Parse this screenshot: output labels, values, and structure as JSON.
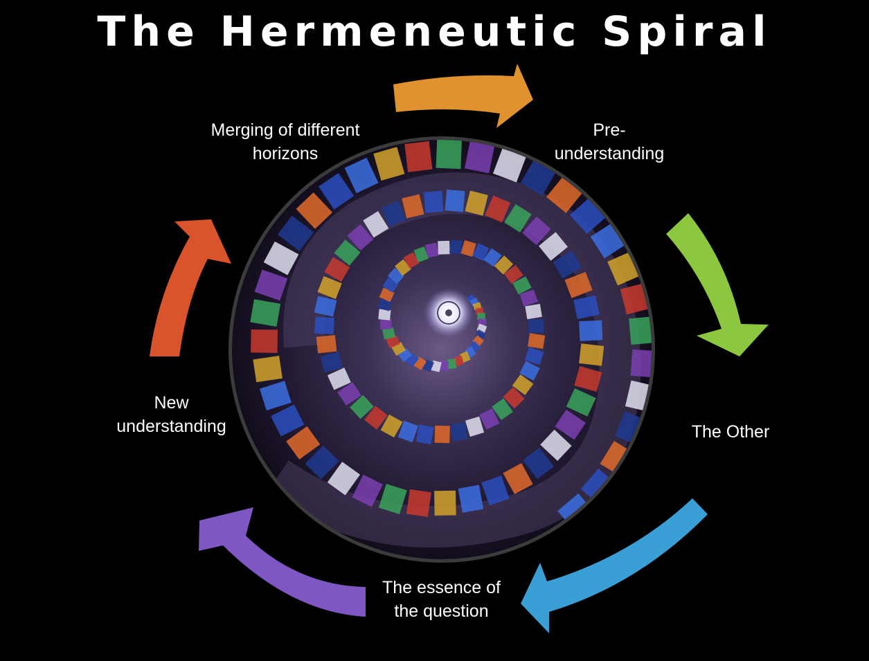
{
  "title": "The Hermeneutic Spiral",
  "nodes": [
    {
      "id": "merging",
      "lines": [
        "Merging of different",
        "horizons"
      ]
    },
    {
      "id": "pre-understanding",
      "lines": [
        "Pre-",
        "understanding"
      ]
    },
    {
      "id": "the-other",
      "lines": [
        "The Other"
      ]
    },
    {
      "id": "essence",
      "lines": [
        "The essence of",
        "the question"
      ]
    },
    {
      "id": "new-understanding",
      "lines": [
        "New",
        "understanding"
      ]
    }
  ],
  "arrow_colors": {
    "orange": "#E0922E",
    "green": "#8DC63F",
    "blue": "#3A9FD5",
    "purple": "#7E57C2",
    "red": "#D9542C"
  }
}
